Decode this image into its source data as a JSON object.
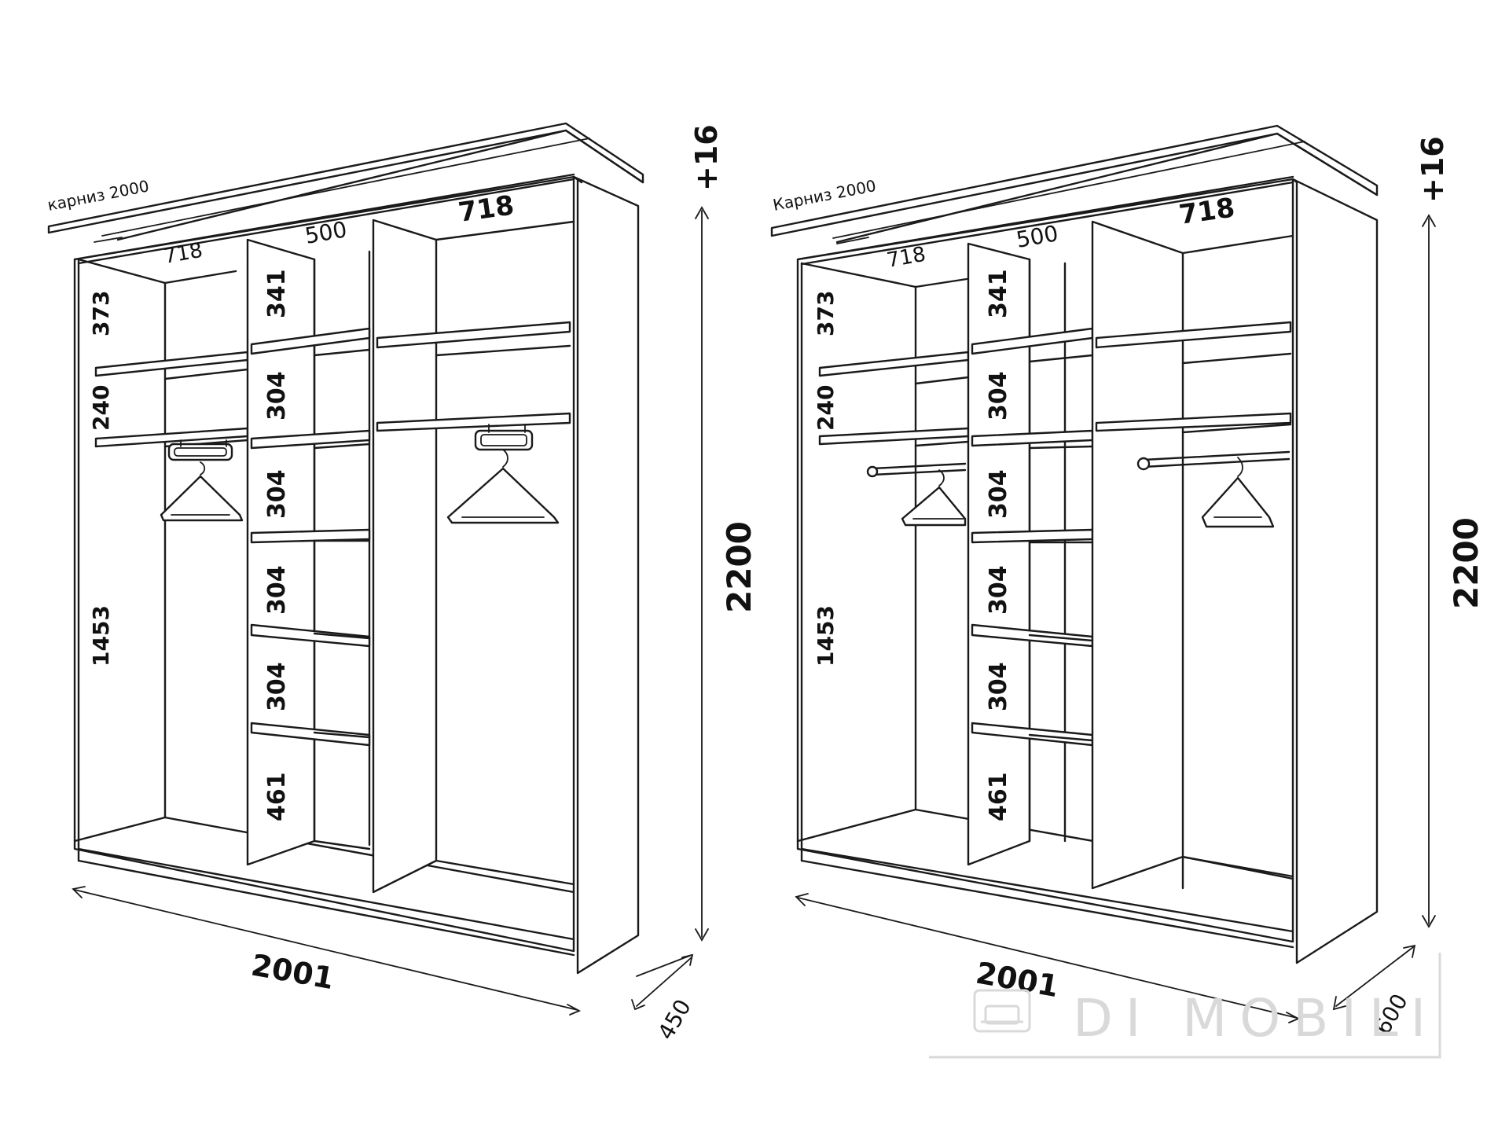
{
  "left_wardrobe": {
    "cornice_label": "карниз 2000",
    "width_label": "2001",
    "depth_label": "450",
    "height_label": "2200",
    "height_extra_label": "+16",
    "compartment_widths": [
      "718",
      "500",
      "718"
    ],
    "left_heights": [
      "373",
      "240",
      "1453"
    ],
    "middle_heights": [
      "341",
      "304",
      "304",
      "304",
      "304",
      "461"
    ],
    "rail_type": "pull-out hanger rail"
  },
  "right_wardrobe": {
    "cornice_label": "Карниз 2000",
    "width_label": "2001",
    "depth_label": "600",
    "height_label": "2200",
    "height_extra_label": "+16",
    "compartment_widths": [
      "718",
      "500",
      "718"
    ],
    "left_heights": [
      "373",
      "240",
      "1453"
    ],
    "middle_heights": [
      "341",
      "304",
      "304",
      "304",
      "304",
      "461"
    ],
    "rail_type": "hanger rod"
  },
  "watermark": {
    "text": "DI MOBILI",
    "color": "#d9d9d9"
  },
  "colors": {
    "line": "#1a1a1a",
    "background": "#ffffff"
  }
}
